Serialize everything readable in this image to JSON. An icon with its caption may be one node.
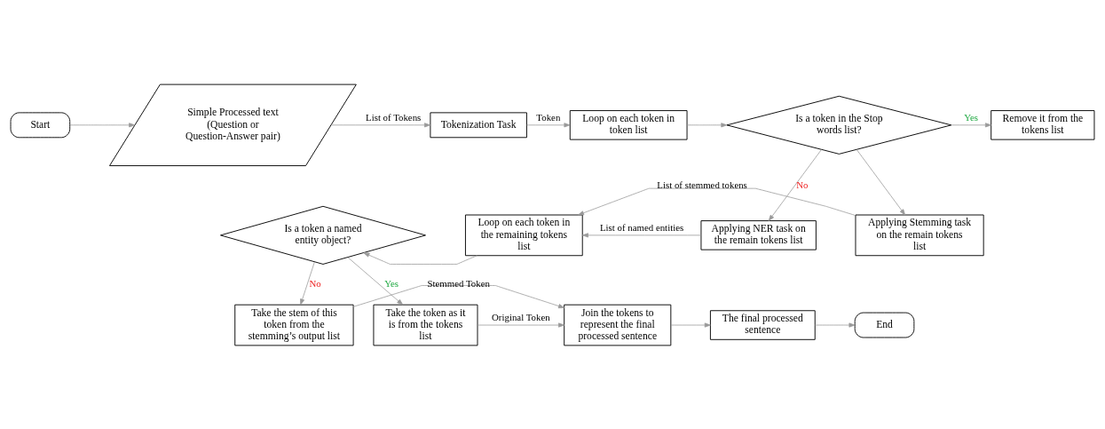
{
  "diagram": {
    "nodes": [
      {
        "text": [
          "Start"
        ]
      },
      {
        "text": [
          "Simple Processed text (Question or Question-Answer pair)"
        ]
      },
      {
        "text": [
          "Tokenization Task"
        ]
      },
      {
        "text": [
          "Loop on each token in token list"
        ]
      },
      {
        "text": [
          "Is a token in the Stop words list?"
        ]
      },
      {
        "text": [
          "Remove it from the tokens list"
        ]
      },
      {
        "text": [
          "Applying NER task on the remain tokens list"
        ]
      },
      {
        "text": [
          "Loop on each token in the remaining tokens list"
        ]
      },
      {
        "text": [
          "Applying Stemming task on the remain tokens list"
        ]
      },
      {
        "text": [
          "Is a token a named entity object?"
        ]
      },
      {
        "text": [
          "Take the stem of this token from the stemming’s output list"
        ]
      },
      {
        "text": [
          "Take the token as it is from the tokens list"
        ]
      },
      {
        "text": [
          "Join the tokens to represent the final processed sentence"
        ]
      },
      {
        "text": [
          "The final processed sentence"
        ]
      },
      {
        "text": [
          "End"
        ]
      }
    ],
    "edges": [
      {
        "from": 0,
        "to": 1,
        "arrow": "to"
      },
      {
        "from": 1,
        "to": 2,
        "arrow": "to",
        "label": "List of Tokens"
      },
      {
        "from": 2,
        "to": 3,
        "arrow": "to",
        "label": "Token"
      },
      {
        "from": 3,
        "to": 4,
        "arrow": "to"
      },
      {
        "from": 4,
        "to": 5,
        "arrow": "to",
        "label": "Yes"
      },
      {
        "from": 4,
        "to": 6,
        "arrow": "to",
        "label": "No"
      },
      {
        "from": 4,
        "to": 8,
        "arrow": "to"
      },
      {
        "from": 6,
        "to": 7,
        "arrow": "to",
        "label": "List of named entities"
      },
      {
        "from": 8,
        "to": 7,
        "arrow": "to",
        "label": "List of stemmed tokens"
      },
      {
        "from": 7,
        "to": 9,
        "arrow": "to"
      },
      {
        "from": 9,
        "to": 10,
        "arrow": "to",
        "label": "No"
      },
      {
        "from": 9,
        "to": 11,
        "arrow": "to",
        "label": "Yes"
      },
      {
        "from": 11,
        "to": 12,
        "arrow": "to",
        "label": "Original Token"
      },
      {
        "from": 10,
        "to": 12,
        "arrow": "to",
        "label": "Stemmed Token"
      },
      {
        "from": 12,
        "to": 13,
        "arrow": "to"
      },
      {
        "from": 13,
        "to": 14,
        "arrow": "to"
      }
    ]
  }
}
